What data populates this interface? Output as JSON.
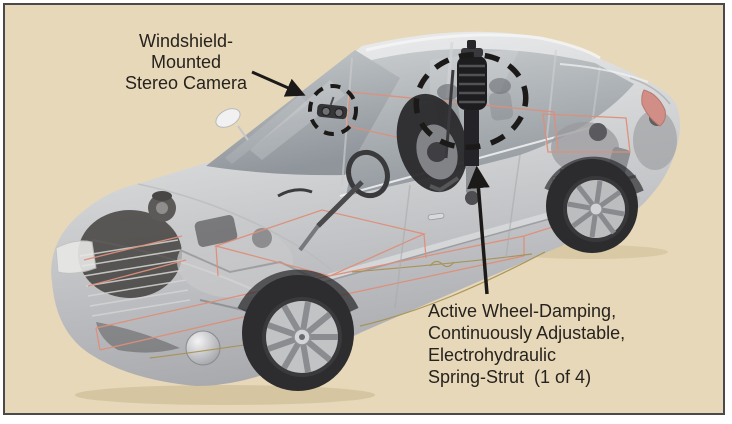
{
  "figure": {
    "description": "Cutaway illustration of a silver sedan showing chassis components",
    "annotations": {
      "camera_label": {
        "lines": [
          "Windshield-",
          "Mounted",
          "Stereo Camera"
        ]
      },
      "strut_label": {
        "lines": [
          "Active Wheel-Damping,",
          "Continuously Adjustable,",
          "Electrohydraulic",
          "Spring-Strut  (1 of 4)"
        ]
      }
    }
  },
  "colors": {
    "bg": "#e7d8b9",
    "frame": "#4a4a4a",
    "ink": "#1c1a18",
    "text": "#26221e",
    "salmon": "#dd8f7a",
    "gold": "#a68f4e"
  }
}
